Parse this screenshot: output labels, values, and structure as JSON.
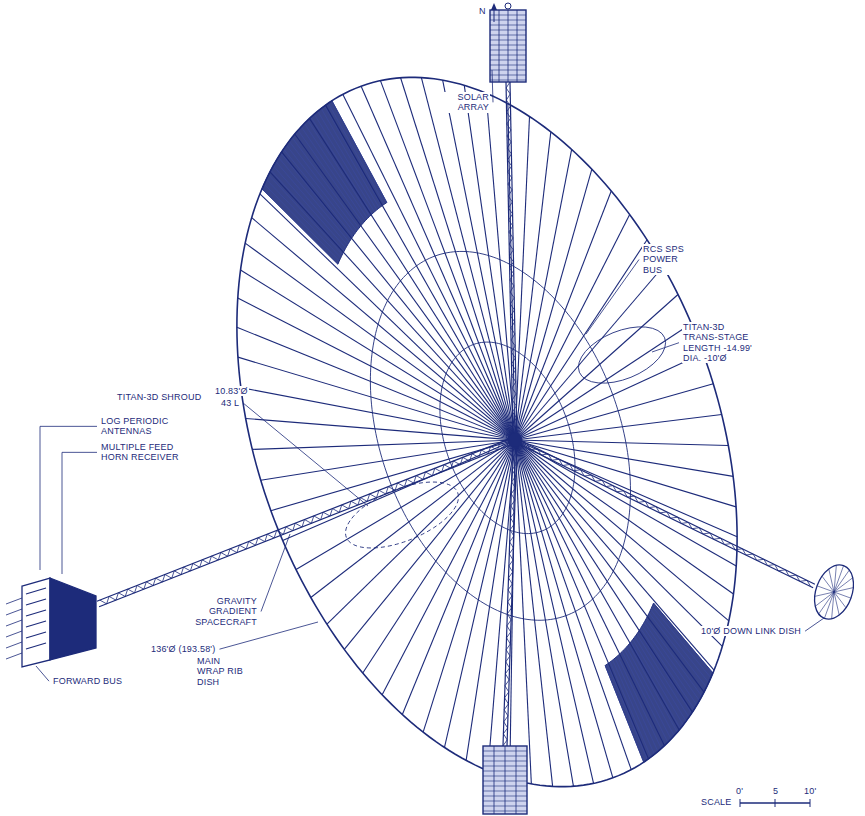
{
  "diagram": {
    "labels": [
      "N",
      "SOLAR ARRAY",
      "RCS SPS POWER BUS",
      "TITAN-3D TRANS-STAGE LENGTH -14.99' DIA. -10'Ø",
      "TITAN-3D SHROUD",
      "10.83'Ø",
      "43 L",
      "LOG PERIODIC ANTENNAS",
      "MULTIPLE FEED HORN RECEIVER",
      "FORWARD BUS",
      "GRAVITY GRADIENT SPACECRAFT",
      "136'Ø (193.58')",
      "MAIN WRAP RIB DISH",
      "10'Ø DOWN LINK DISH",
      "SCALE",
      "0'",
      "5",
      "10'"
    ]
  }
}
